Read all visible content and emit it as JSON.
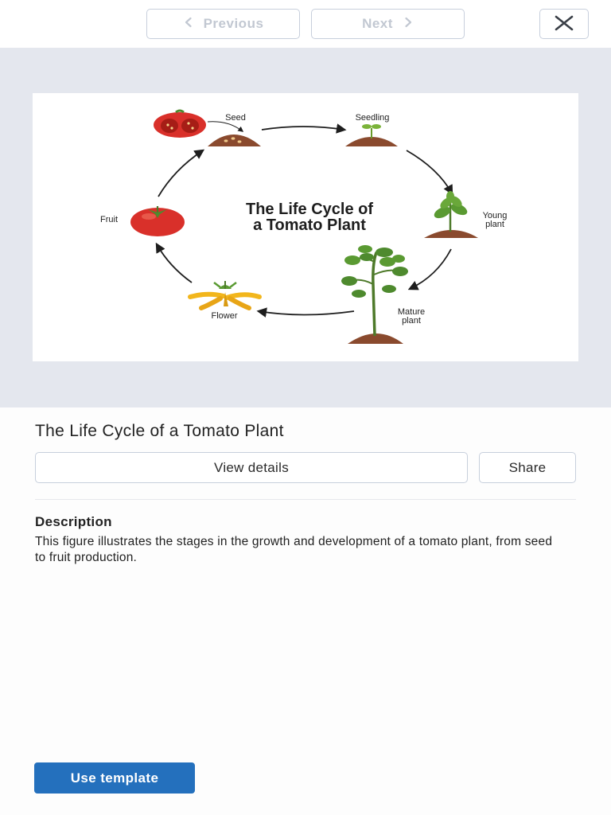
{
  "toolbar": {
    "previous_label": "Previous",
    "next_label": "Next"
  },
  "figure": {
    "title_line1": "The Life Cycle of",
    "title_line2": "a Tomato Plant",
    "stages": {
      "seed": "Seed",
      "seedling": "Seedling",
      "young_line1": "Young",
      "young_line2": "plant",
      "mature_line1": "Mature",
      "mature_line2": "plant",
      "flower": "Flower",
      "fruit": "Fruit"
    }
  },
  "details": {
    "title": "The Life Cycle of a Tomato Plant",
    "view_details_label": "View details",
    "share_label": "Share",
    "description_heading": "Description",
    "description_text": "This figure illustrates the stages in the growth and development of a tomato plant, from seed to fruit production."
  },
  "actions": {
    "use_template_label": "Use template"
  },
  "colors": {
    "primary": "#2470bd",
    "preview_bg": "#e4e7ee",
    "tomato_red": "#d9302a",
    "soil": "#8a4a2e",
    "leaf_green": "#4e8a2e",
    "flower_yellow": "#f2b61c"
  }
}
